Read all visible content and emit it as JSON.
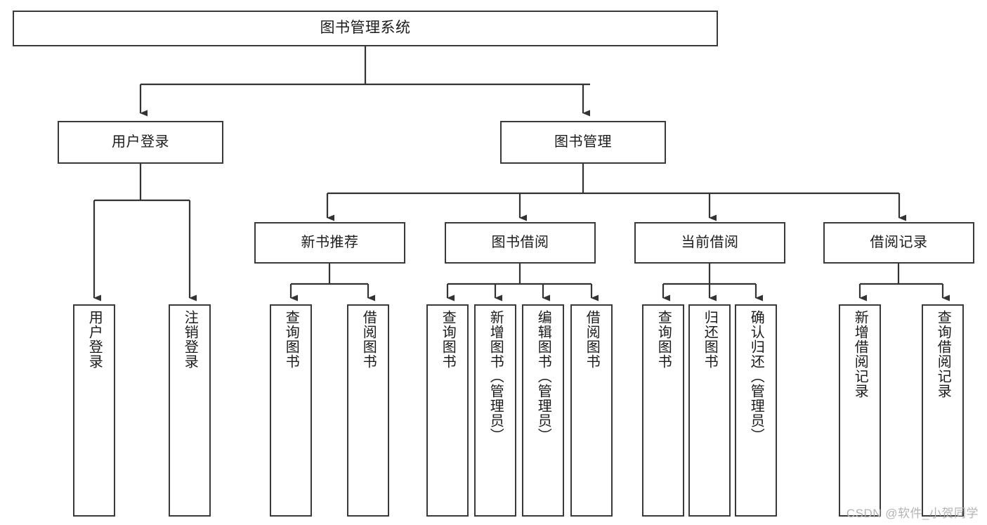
{
  "diagram": {
    "type": "tree-hierarchy",
    "title": "图书管理系统",
    "watermark": "CSDN @软件_小贺同学",
    "colors": {
      "box_border": "#3a3a3a",
      "box_fill": "#ffffff",
      "connector": "#333333",
      "text": "#1b1b1b",
      "watermark": "#b4b4b4"
    },
    "levels": {
      "root": {
        "label": "图书管理系统"
      },
      "level2": [
        {
          "label": "用户登录"
        },
        {
          "label": "图书管理"
        }
      ],
      "level3": [
        {
          "label": "新书推荐"
        },
        {
          "label": "图书借阅"
        },
        {
          "label": "当前借阅"
        },
        {
          "label": "借阅记录"
        }
      ],
      "leaves": [
        {
          "label": "用户登录",
          "parent": "用户登录"
        },
        {
          "label": "注销登录",
          "parent": "用户登录"
        },
        {
          "label": "查询图书",
          "parent": "新书推荐"
        },
        {
          "label": "借阅图书",
          "parent": "新书推荐"
        },
        {
          "label": "查询图书",
          "parent": "图书借阅"
        },
        {
          "label": "新增图书（管理员）",
          "parent": "图书借阅"
        },
        {
          "label": "编辑图书（管理员）",
          "parent": "图书借阅"
        },
        {
          "label": "借阅图书",
          "parent": "图书借阅"
        },
        {
          "label": "查询图书",
          "parent": "当前借阅"
        },
        {
          "label": "归还图书",
          "parent": "当前借阅"
        },
        {
          "label": "确认归还（管理员）",
          "parent": "当前借阅"
        },
        {
          "label": "新增借阅记录",
          "parent": "借阅记录"
        },
        {
          "label": "查询借阅记录",
          "parent": "借阅记录"
        }
      ]
    }
  }
}
